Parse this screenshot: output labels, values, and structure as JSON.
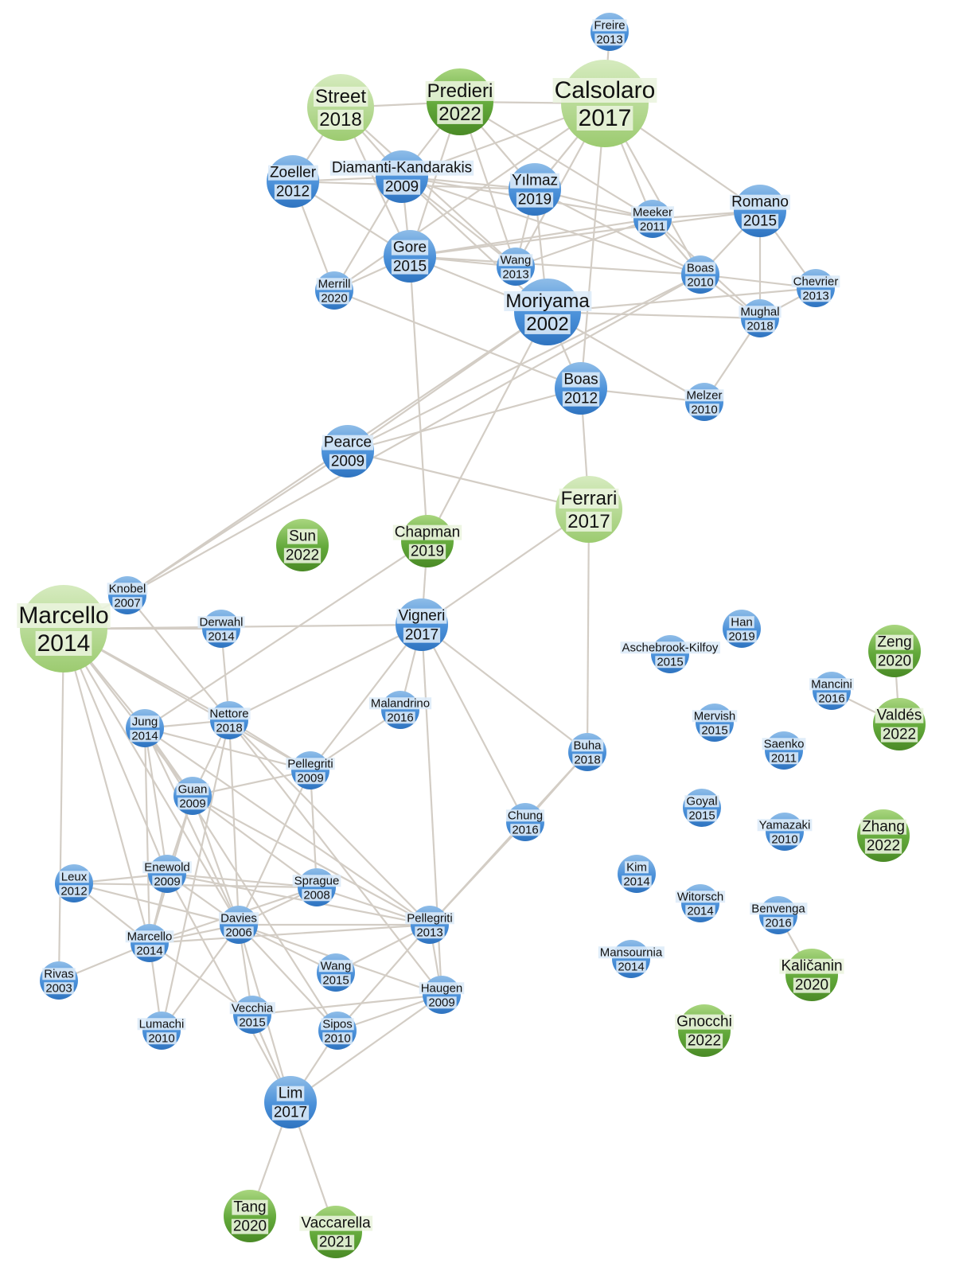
{
  "colors": {
    "background": "#ffffff",
    "edge": "#d3cdc5",
    "blue_node": "#4a90d9",
    "green_node": "#62a83a",
    "blue_label_bg": "#dcebf8",
    "green_label_bg": "#eaf4de"
  },
  "nodes": [
    {
      "id": "freire2013",
      "author": "Freire",
      "year": "2013",
      "color": "blue",
      "size": "s"
    },
    {
      "id": "street2018",
      "author": "Street",
      "year": "2018",
      "color": "green",
      "size": "l"
    },
    {
      "id": "predieri2022",
      "author": "Predieri",
      "year": "2022",
      "color": "green",
      "size": "l"
    },
    {
      "id": "calsolaro2017",
      "author": "Calsolaro",
      "year": "2017",
      "color": "green",
      "size": "xl"
    },
    {
      "id": "zoeller2012",
      "author": "Zoeller",
      "year": "2012",
      "color": "blue",
      "size": "m"
    },
    {
      "id": "diamanti2009",
      "author": "Diamanti-Kandarakis",
      "year": "2009",
      "color": "blue",
      "size": "m"
    },
    {
      "id": "yilmaz2019",
      "author": "Yılmaz",
      "year": "2019",
      "color": "blue",
      "size": "m"
    },
    {
      "id": "meeker2011",
      "author": "Meeker",
      "year": "2011",
      "color": "blue",
      "size": "s"
    },
    {
      "id": "romano2015",
      "author": "Romano",
      "year": "2015",
      "color": "blue",
      "size": "m"
    },
    {
      "id": "gore2015",
      "author": "Gore",
      "year": "2015",
      "color": "blue",
      "size": "m"
    },
    {
      "id": "merrill2020",
      "author": "Merrill",
      "year": "2020",
      "color": "blue",
      "size": "s"
    },
    {
      "id": "wang2013",
      "author": "Wang",
      "year": "2013",
      "color": "blue",
      "size": "s"
    },
    {
      "id": "boas2010",
      "author": "Boas",
      "year": "2010",
      "color": "blue",
      "size": "s"
    },
    {
      "id": "chevrier2013",
      "author": "Chevrier",
      "year": "2013",
      "color": "blue",
      "size": "s"
    },
    {
      "id": "moriyama2002",
      "author": "Moriyama",
      "year": "2002",
      "color": "blue",
      "size": "l"
    },
    {
      "id": "mughal2018",
      "author": "Mughal",
      "year": "2018",
      "color": "blue",
      "size": "s"
    },
    {
      "id": "boas2012",
      "author": "Boas",
      "year": "2012",
      "color": "blue",
      "size": "m"
    },
    {
      "id": "melzer2010",
      "author": "Melzer",
      "year": "2010",
      "color": "blue",
      "size": "s"
    },
    {
      "id": "pearce2009",
      "author": "Pearce",
      "year": "2009",
      "color": "blue",
      "size": "m"
    },
    {
      "id": "ferrari2017",
      "author": "Ferrari",
      "year": "2017",
      "color": "green",
      "size": "l"
    },
    {
      "id": "sun2022",
      "author": "Sun",
      "year": "2022",
      "color": "green",
      "size": "m"
    },
    {
      "id": "chapman2019",
      "author": "Chapman",
      "year": "2019",
      "color": "green",
      "size": "m"
    },
    {
      "id": "knobel2007",
      "author": "Knobel",
      "year": "2007",
      "color": "blue",
      "size": "s"
    },
    {
      "id": "marcello2014big",
      "author": "Marcello",
      "year": "2014",
      "color": "green",
      "size": "xl"
    },
    {
      "id": "derwahl2014",
      "author": "Derwahl",
      "year": "2014",
      "color": "blue",
      "size": "s"
    },
    {
      "id": "vigneri2017",
      "author": "Vigneri",
      "year": "2017",
      "color": "blue",
      "size": "m"
    },
    {
      "id": "han2019",
      "author": "Han",
      "year": "2019",
      "color": "blue",
      "size": "s"
    },
    {
      "id": "aschebrook2015",
      "author": "Aschebrook-Kilfoy",
      "year": "2015",
      "color": "blue",
      "size": "s"
    },
    {
      "id": "zeng2020",
      "author": "Zeng",
      "year": "2020",
      "color": "green",
      "size": "m"
    },
    {
      "id": "mancini2016",
      "author": "Mancini",
      "year": "2016",
      "color": "blue",
      "size": "s"
    },
    {
      "id": "valdes2022",
      "author": "Valdés",
      "year": "2022",
      "color": "green",
      "size": "m"
    },
    {
      "id": "jung2014",
      "author": "Jung",
      "year": "2014",
      "color": "blue",
      "size": "s"
    },
    {
      "id": "nettore2018",
      "author": "Nettore",
      "year": "2018",
      "color": "blue",
      "size": "s"
    },
    {
      "id": "malandrino2016",
      "author": "Malandrino",
      "year": "2016",
      "color": "blue",
      "size": "s"
    },
    {
      "id": "mervish2015",
      "author": "Mervish",
      "year": "2015",
      "color": "blue",
      "size": "s"
    },
    {
      "id": "pellegriti2009",
      "author": "Pellegriti",
      "year": "2009",
      "color": "blue",
      "size": "s"
    },
    {
      "id": "buha2018",
      "author": "Buha",
      "year": "2018",
      "color": "blue",
      "size": "s"
    },
    {
      "id": "saenko2011",
      "author": "Saenko",
      "year": "2011",
      "color": "blue",
      "size": "s"
    },
    {
      "id": "guan2009",
      "author": "Guan",
      "year": "2009",
      "color": "blue",
      "size": "s"
    },
    {
      "id": "goyal2015",
      "author": "Goyal",
      "year": "2015",
      "color": "blue",
      "size": "s"
    },
    {
      "id": "chung2016",
      "author": "Chung",
      "year": "2016",
      "color": "blue",
      "size": "s"
    },
    {
      "id": "yamazaki2010",
      "author": "Yamazaki",
      "year": "2010",
      "color": "blue",
      "size": "s"
    },
    {
      "id": "zhang2022",
      "author": "Zhang",
      "year": "2022",
      "color": "green",
      "size": "m"
    },
    {
      "id": "leux2012",
      "author": "Leux",
      "year": "2012",
      "color": "blue",
      "size": "s"
    },
    {
      "id": "enewold2009",
      "author": "Enewold",
      "year": "2009",
      "color": "blue",
      "size": "s"
    },
    {
      "id": "sprague2008",
      "author": "Sprague",
      "year": "2008",
      "color": "blue",
      "size": "s"
    },
    {
      "id": "kim2014",
      "author": "Kim",
      "year": "2014",
      "color": "blue",
      "size": "s"
    },
    {
      "id": "witorsch2014",
      "author": "Witorsch",
      "year": "2014",
      "color": "blue",
      "size": "s"
    },
    {
      "id": "benvenga2016",
      "author": "Benvenga",
      "year": "2016",
      "color": "blue",
      "size": "s"
    },
    {
      "id": "davies2006",
      "author": "Davies",
      "year": "2006",
      "color": "blue",
      "size": "s"
    },
    {
      "id": "pellegriti2013",
      "author": "Pellegriti",
      "year": "2013",
      "color": "blue",
      "size": "s"
    },
    {
      "id": "marcello2014small",
      "author": "Marcello",
      "year": "2014",
      "color": "blue",
      "size": "s"
    },
    {
      "id": "mansournia2014",
      "author": "Mansournia",
      "year": "2014",
      "color": "blue",
      "size": "s"
    },
    {
      "id": "kalicanin2020",
      "author": "Kaličanin",
      "year": "2020",
      "color": "green",
      "size": "m"
    },
    {
      "id": "rivas2003",
      "author": "Rivas",
      "year": "2003",
      "color": "blue",
      "size": "s"
    },
    {
      "id": "wang2015",
      "author": "Wang",
      "year": "2015",
      "color": "blue",
      "size": "s"
    },
    {
      "id": "haugen2009",
      "author": "Haugen",
      "year": "2009",
      "color": "blue",
      "size": "s"
    },
    {
      "id": "lumachi2010",
      "author": "Lumachi",
      "year": "2010",
      "color": "blue",
      "size": "s"
    },
    {
      "id": "vecchia2015",
      "author": "Vecchia",
      "year": "2015",
      "color": "blue",
      "size": "s"
    },
    {
      "id": "sipos2010",
      "author": "Sipos",
      "year": "2010",
      "color": "blue",
      "size": "s"
    },
    {
      "id": "gnocchi2022",
      "author": "Gnocchi",
      "year": "2022",
      "color": "green",
      "size": "m"
    },
    {
      "id": "lim2017",
      "author": "Lim",
      "year": "2017",
      "color": "blue",
      "size": "m"
    },
    {
      "id": "tang2020",
      "author": "Tang",
      "year": "2020",
      "color": "green",
      "size": "m"
    },
    {
      "id": "vaccarella2021",
      "author": "Vaccarella",
      "year": "2021",
      "color": "green",
      "size": "m"
    }
  ],
  "edges": [
    [
      "freire2013",
      "calsolaro2017"
    ],
    [
      "street2018",
      "predieri2022"
    ],
    [
      "street2018",
      "zoeller2012"
    ],
    [
      "street2018",
      "diamanti2009"
    ],
    [
      "street2018",
      "gore2015"
    ],
    [
      "street2018",
      "wang2013"
    ],
    [
      "predieri2022",
      "diamanti2009"
    ],
    [
      "predieri2022",
      "calsolaro2017"
    ],
    [
      "predieri2022",
      "gore2015"
    ],
    [
      "predieri2022",
      "yilmaz2019"
    ],
    [
      "predieri2022",
      "meeker2011"
    ],
    [
      "predieri2022",
      "wang2013"
    ],
    [
      "calsolaro2017",
      "diamanti2009"
    ],
    [
      "calsolaro2017",
      "yilmaz2019"
    ],
    [
      "calsolaro2017",
      "meeker2011"
    ],
    [
      "calsolaro2017",
      "romano2015"
    ],
    [
      "calsolaro2017",
      "boas2012"
    ],
    [
      "calsolaro2017",
      "wang2013"
    ],
    [
      "calsolaro2017",
      "boas2010"
    ],
    [
      "calsolaro2017",
      "merrill2020"
    ],
    [
      "zoeller2012",
      "diamanti2009"
    ],
    [
      "zoeller2012",
      "merrill2020"
    ],
    [
      "zoeller2012",
      "gore2015"
    ],
    [
      "zoeller2012",
      "yilmaz2019"
    ],
    [
      "diamanti2009",
      "gore2015"
    ],
    [
      "diamanti2009",
      "merrill2020"
    ],
    [
      "diamanti2009",
      "wang2013"
    ],
    [
      "diamanti2009",
      "moriyama2002"
    ],
    [
      "diamanti2009",
      "yilmaz2019"
    ],
    [
      "diamanti2009",
      "meeker2011"
    ],
    [
      "diamanti2009",
      "boas2010"
    ],
    [
      "yilmaz2019",
      "meeker2011"
    ],
    [
      "yilmaz2019",
      "wang2013"
    ],
    [
      "yilmaz2019",
      "moriyama2002"
    ],
    [
      "yilmaz2019",
      "boas2010"
    ],
    [
      "meeker2011",
      "romano2015"
    ],
    [
      "meeker2011",
      "boas2010"
    ],
    [
      "meeker2011",
      "mughal2018"
    ],
    [
      "meeker2011",
      "gore2015"
    ],
    [
      "meeker2011",
      "wang2013"
    ],
    [
      "romano2015",
      "chevrier2013"
    ],
    [
      "romano2015",
      "mughal2018"
    ],
    [
      "romano2015",
      "boas2010"
    ],
    [
      "romano2015",
      "gore2015"
    ],
    [
      "gore2015",
      "merrill2020"
    ],
    [
      "gore2015",
      "wang2013"
    ],
    [
      "gore2015",
      "moriyama2002"
    ],
    [
      "gore2015",
      "chapman2019"
    ],
    [
      "gore2015",
      "boas2010"
    ],
    [
      "merrill2020",
      "boas2012"
    ],
    [
      "moriyama2002",
      "mughal2018"
    ],
    [
      "moriyama2002",
      "boas2012"
    ],
    [
      "moriyama2002",
      "pearce2009"
    ],
    [
      "moriyama2002",
      "knobel2007"
    ],
    [
      "moriyama2002",
      "melzer2010"
    ],
    [
      "moriyama2002",
      "chevrier2013"
    ],
    [
      "moriyama2002",
      "chapman2019"
    ],
    [
      "boas2010",
      "mughal2018"
    ],
    [
      "boas2010",
      "chevrier2013"
    ],
    [
      "boas2010",
      "pearce2009"
    ],
    [
      "boas2010",
      "knobel2007"
    ],
    [
      "mughal2018",
      "chevrier2013"
    ],
    [
      "mughal2018",
      "melzer2010"
    ],
    [
      "boas2012",
      "melzer2010"
    ],
    [
      "boas2012",
      "ferrari2017"
    ],
    [
      "boas2012",
      "pearce2009"
    ],
    [
      "pearce2009",
      "ferrari2017"
    ],
    [
      "pearce2009",
      "knobel2007"
    ],
    [
      "ferrari2017",
      "vigneri2017"
    ],
    [
      "ferrari2017",
      "buha2018"
    ],
    [
      "chapman2019",
      "vigneri2017"
    ],
    [
      "chapman2019",
      "jung2014"
    ],
    [
      "knobel2007",
      "marcello2014big"
    ],
    [
      "knobel2007",
      "nettore2018"
    ],
    [
      "marcello2014big",
      "derwahl2014"
    ],
    [
      "marcello2014big",
      "vigneri2017"
    ],
    [
      "marcello2014big",
      "jung2014"
    ],
    [
      "marcello2014big",
      "nettore2018"
    ],
    [
      "marcello2014big",
      "pellegriti2009"
    ],
    [
      "marcello2014big",
      "guan2009"
    ],
    [
      "marcello2014big",
      "enewold2009"
    ],
    [
      "marcello2014big",
      "marcello2014small"
    ],
    [
      "marcello2014big",
      "davies2006"
    ],
    [
      "marcello2014big",
      "rivas2003"
    ],
    [
      "derwahl2014",
      "nettore2018"
    ],
    [
      "vigneri2017",
      "nettore2018"
    ],
    [
      "vigneri2017",
      "malandrino2016"
    ],
    [
      "vigneri2017",
      "buha2018"
    ],
    [
      "vigneri2017",
      "chung2016"
    ],
    [
      "vigneri2017",
      "pellegriti2009"
    ],
    [
      "vigneri2017",
      "haugen2009"
    ],
    [
      "mancini2016",
      "valdes2022"
    ],
    [
      "zeng2020",
      "valdes2022"
    ],
    [
      "jung2014",
      "nettore2018"
    ],
    [
      "jung2014",
      "guan2009"
    ],
    [
      "jung2014",
      "davies2006"
    ],
    [
      "jung2014",
      "pellegriti2013"
    ],
    [
      "jung2014",
      "pellegriti2009"
    ],
    [
      "jung2014",
      "enewold2009"
    ],
    [
      "jung2014",
      "marcello2014small"
    ],
    [
      "jung2014",
      "sipos2010"
    ],
    [
      "nettore2018",
      "pellegriti2009"
    ],
    [
      "nettore2018",
      "guan2009"
    ],
    [
      "nettore2018",
      "davies2006"
    ],
    [
      "nettore2018",
      "haugen2009"
    ],
    [
      "nettore2018",
      "pellegriti2013"
    ],
    [
      "nettore2018",
      "lumachi2010"
    ],
    [
      "malandrino2016",
      "pellegriti2009"
    ],
    [
      "pellegriti2009",
      "sprague2008"
    ],
    [
      "pellegriti2009",
      "davies2006"
    ],
    [
      "pellegriti2009",
      "guan2009"
    ],
    [
      "buha2018",
      "chung2016"
    ],
    [
      "buha2018",
      "pellegriti2013"
    ],
    [
      "guan2009",
      "enewold2009"
    ],
    [
      "guan2009",
      "davies2006"
    ],
    [
      "guan2009",
      "sprague2008"
    ],
    [
      "guan2009",
      "marcello2014small"
    ],
    [
      "guan2009",
      "pellegriti2013"
    ],
    [
      "leux2012",
      "enewold2009"
    ],
    [
      "leux2012",
      "davies2006"
    ],
    [
      "leux2012",
      "marcello2014small"
    ],
    [
      "leux2012",
      "sprague2008"
    ],
    [
      "enewold2009",
      "davies2006"
    ],
    [
      "enewold2009",
      "pellegriti2013"
    ],
    [
      "enewold2009",
      "marcello2014small"
    ],
    [
      "enewold2009",
      "sprague2008"
    ],
    [
      "enewold2009",
      "lim2017"
    ],
    [
      "sprague2008",
      "davies2006"
    ],
    [
      "sprague2008",
      "pellegriti2013"
    ],
    [
      "sprague2008",
      "marcello2014small"
    ],
    [
      "davies2006",
      "pellegriti2013"
    ],
    [
      "davies2006",
      "marcello2014small"
    ],
    [
      "davies2006",
      "wang2015"
    ],
    [
      "davies2006",
      "haugen2009"
    ],
    [
      "davies2006",
      "vecchia2015"
    ],
    [
      "davies2006",
      "sipos2010"
    ],
    [
      "davies2006",
      "lumachi2010"
    ],
    [
      "davies2006",
      "lim2017"
    ],
    [
      "pellegriti2013",
      "marcello2014small"
    ],
    [
      "pellegriti2013",
      "haugen2009"
    ],
    [
      "pellegriti2013",
      "wang2015"
    ],
    [
      "pellegriti2013",
      "sipos2010"
    ],
    [
      "pellegriti2013",
      "chung2016"
    ],
    [
      "marcello2014small",
      "rivas2003"
    ],
    [
      "marcello2014small",
      "lumachi2010"
    ],
    [
      "marcello2014small",
      "vecchia2015"
    ],
    [
      "haugen2009",
      "sipos2010"
    ],
    [
      "haugen2009",
      "lim2017"
    ],
    [
      "haugen2009",
      "vecchia2015"
    ],
    [
      "vecchia2015",
      "lim2017"
    ],
    [
      "sipos2010",
      "lim2017"
    ],
    [
      "lim2017",
      "tang2020"
    ],
    [
      "lim2017",
      "vaccarella2021"
    ],
    [
      "benvenga2016",
      "kalicanin2020"
    ]
  ]
}
